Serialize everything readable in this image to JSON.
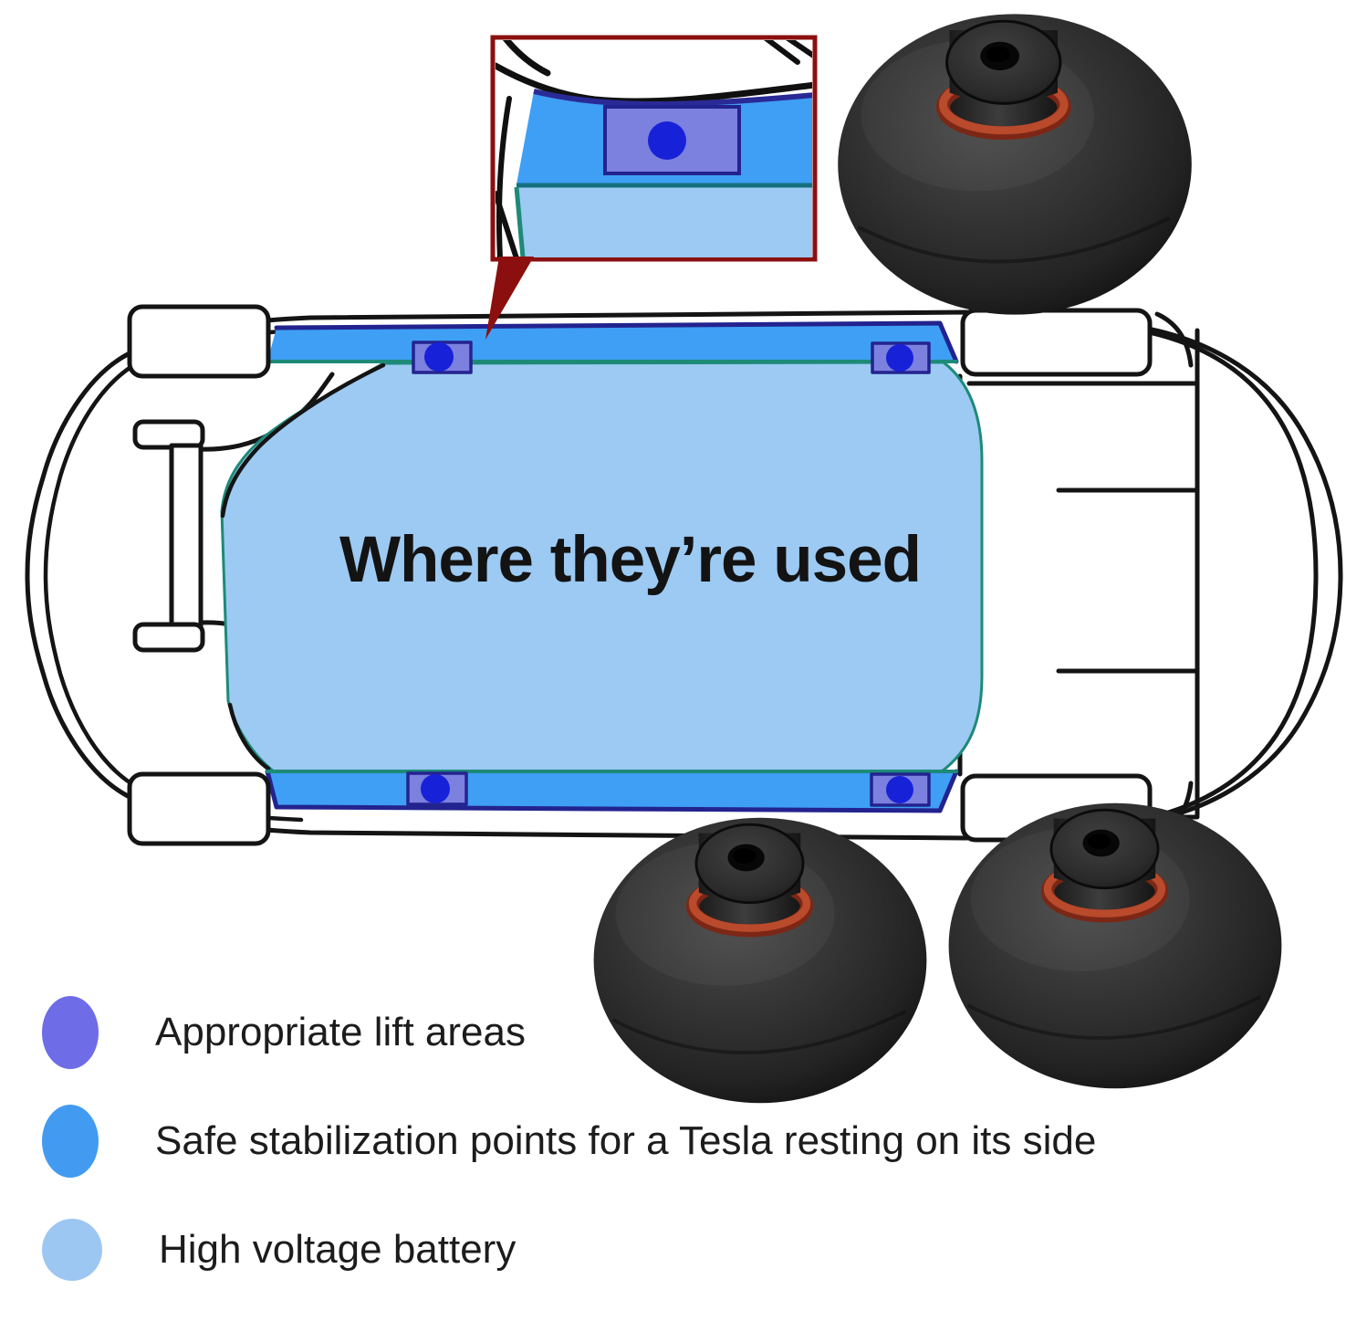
{
  "title": "Where they’re used",
  "legend": {
    "items": [
      {
        "label": "Appropriate lift areas",
        "color": "#6e6ce7"
      },
      {
        "label": "Safe stabilization points for a Tesla resting on its side",
        "color": "#429bf0"
      },
      {
        "label": "High voltage battery",
        "color": "#9cc7f2"
      }
    ]
  },
  "diagram": {
    "view": "car underside plan view",
    "lift_point_count": 4,
    "colors": {
      "lift_area": "#7c80de",
      "lift_dot": "#1722d8",
      "stabilization_band": "#3e9ff5",
      "battery": "#9ccaf3",
      "band_border": "#23238f",
      "battery_border": "#1d8a78",
      "outline": "#141414",
      "inset_border": "#8c0f0f"
    }
  },
  "products": {
    "item": "jack-pad",
    "count": 3,
    "oring_color": "#b94a2c",
    "pad_color": "#2b2b2b"
  }
}
